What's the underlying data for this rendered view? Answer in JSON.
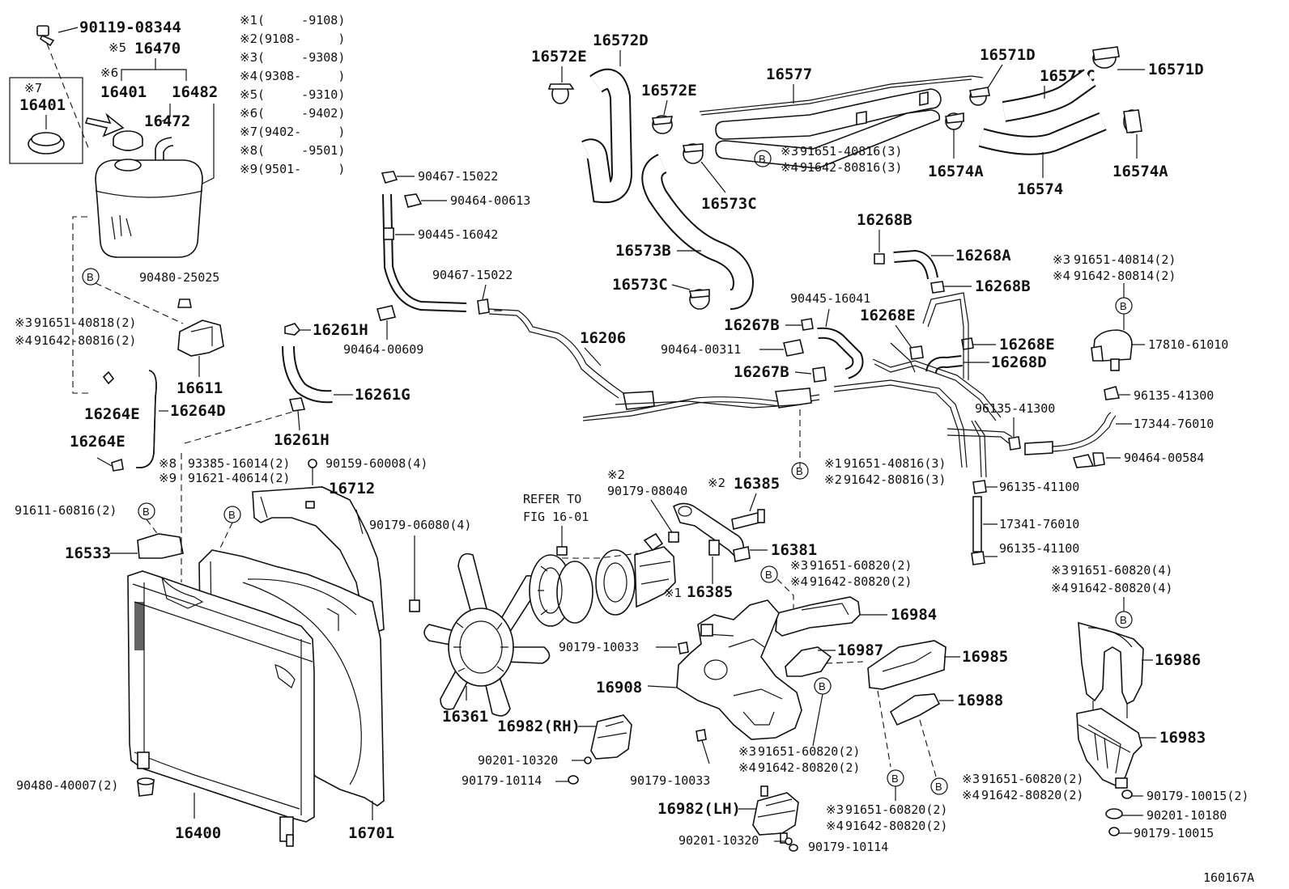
{
  "figure_id": "160167A",
  "notes": [
    {
      "mark": "※1",
      "text": "(     -9108)"
    },
    {
      "mark": "※2",
      "text": "(9108-     )"
    },
    {
      "mark": "※3",
      "text": "(     -9308)"
    },
    {
      "mark": "※4",
      "text": "(9308-     )"
    },
    {
      "mark": "※5",
      "text": "(     -9310)"
    },
    {
      "mark": "※6",
      "text": "(     -9402)"
    },
    {
      "mark": "※7",
      "text": "(9402-     )"
    },
    {
      "mark": "※8",
      "text": "(     -9501)"
    },
    {
      "mark": "※9",
      "text": "(9501-     )"
    }
  ],
  "refer": {
    "line1": "REFER TO",
    "line2": "FIG 16-01"
  },
  "b_mark": "B",
  "labels": {
    "p90119_08344": "90119-08344",
    "p16470": "16470",
    "m5": "※5",
    "m6": "※6",
    "p16401": "16401",
    "p16482": "16482",
    "m7": "※7",
    "p16401_box": "16401",
    "p16472": "16472",
    "p90480_25025": "90480-25025",
    "m3a": "※3",
    "p91651_40818": "91651-40818(2)",
    "m4a": "※4",
    "p91642_80816_2": "91642-80816(2)",
    "p16611": "16611",
    "p16264E_a": "16264E",
    "p16264D": "16264D",
    "p16264E_b": "16264E",
    "p91611_60816": "91611-60816(2)",
    "p16533": "16533",
    "m8": "※8",
    "p93385_16014": "93385-16014(2)",
    "m9": "※9",
    "p91621_40614": "91621-40614(2)",
    "p90159_60008": "90159-60008(4)",
    "p16712": "16712",
    "p90480_40007": "90480-40007(2)",
    "p16400": "16400",
    "p16701": "16701",
    "p16261H_a": "16261H",
    "p16261G": "16261G",
    "p16261H_b": "16261H",
    "p90467_15022_a": "90467-15022",
    "p90464_00613": "90464-00613",
    "p90445_16042": "90445-16042",
    "p90467_15022_b": "90467-15022",
    "p90464_00609": "90464-00609",
    "p16206": "16206",
    "p90179_06080": "90179-06080(4)",
    "p16361": "16361",
    "m2a": "※2",
    "p90179_08040": "90179-08040",
    "m2b": "※2",
    "p16385_a": "16385",
    "p16381": "16381",
    "m1a": "※1",
    "p16385_b": "16385",
    "p16572E_a": "16572E",
    "p16572D": "16572D",
    "p16572E_b": "16572E",
    "p16577": "16577",
    "p16573C_a": "16573C",
    "p16573B": "16573B",
    "p16573C_b": "16573C",
    "m3b": "※3",
    "p91651_40816_3a": "91651-40816(3)",
    "m4b": "※4",
    "p91642_80816_3a": "91642-80816(3)",
    "p16571D_a": "16571D",
    "p16571C": "16571C",
    "p16571D_b": "16571D",
    "p16574A_a": "16574A",
    "p16574": "16574",
    "p16574A_b": "16574A",
    "p16268B_a": "16268B",
    "p16268A": "16268A",
    "p16268B_b": "16268B",
    "p90445_16041": "90445-16041",
    "p16267B_a": "16267B",
    "p16268E_a": "16268E",
    "p90464_00311": "90464-00311",
    "p16268E_b": "16268E",
    "p16268D": "16268D",
    "p16267B_b": "16267B",
    "m3c": "※3",
    "p91651_40814": "91651-40814(2)",
    "m4c": "※4",
    "p91642_80814": "91642-80814(2)",
    "p17810_61010": "17810-61010",
    "p96135_41300_a": "96135-41300",
    "p96135_41300_b": "96135-41300",
    "p17344_76010": "17344-76010",
    "p90464_00584": "90464-00584",
    "m1b": "※1",
    "p91651_40816_3b": "91651-40816(3)",
    "m2c": "※2",
    "p91642_80816_3b": "91642-80816(3)",
    "p96135_41100_a": "96135-41100",
    "p17341_76010": "17341-76010",
    "p96135_41100_b": "96135-41100",
    "m3d": "※3",
    "p91651_60820_a": "91651-60820(2)",
    "m4d": "※4",
    "p91642_80820_a": "91642-80820(2)",
    "p16984": "16984",
    "p90179_10033_a": "90179-10033",
    "p16987": "16987",
    "p16985": "16985",
    "p16908": "16908",
    "p16988": "16988",
    "p16982RH": "16982(RH)",
    "p90201_10320_a": "90201-10320",
    "p90179_10114_a": "90179-10114",
    "m3e": "※3",
    "p91651_60820_b": "91651-60820(2)",
    "m4e": "※4",
    "p91642_80820_b": "91642-80820(2)",
    "p90179_10033_b": "90179-10033",
    "p16982LH": "16982(LH)",
    "m3f": "※3",
    "p91651_60820_c": "91651-60820(2)",
    "m4f": "※4",
    "p91642_80820_c": "91642-80820(2)",
    "p90201_10320_b": "90201-10320",
    "p90179_10114_b": "90179-10114",
    "m3g": "※3",
    "p91651_60820_d": "91651-60820(2)",
    "m4g": "※4",
    "p91642_80820_d": "91642-80820(2)",
    "m3h": "※3",
    "p91651_60820_4": "91651-60820(4)",
    "m4h": "※4",
    "p91642_80820_4": "91642-80820(4)",
    "p16986": "16986",
    "p16983": "16983",
    "p90179_10015_2": "90179-10015(2)",
    "p90201_10180": "90201-10180",
    "p90179_10015": "90179-10015"
  }
}
